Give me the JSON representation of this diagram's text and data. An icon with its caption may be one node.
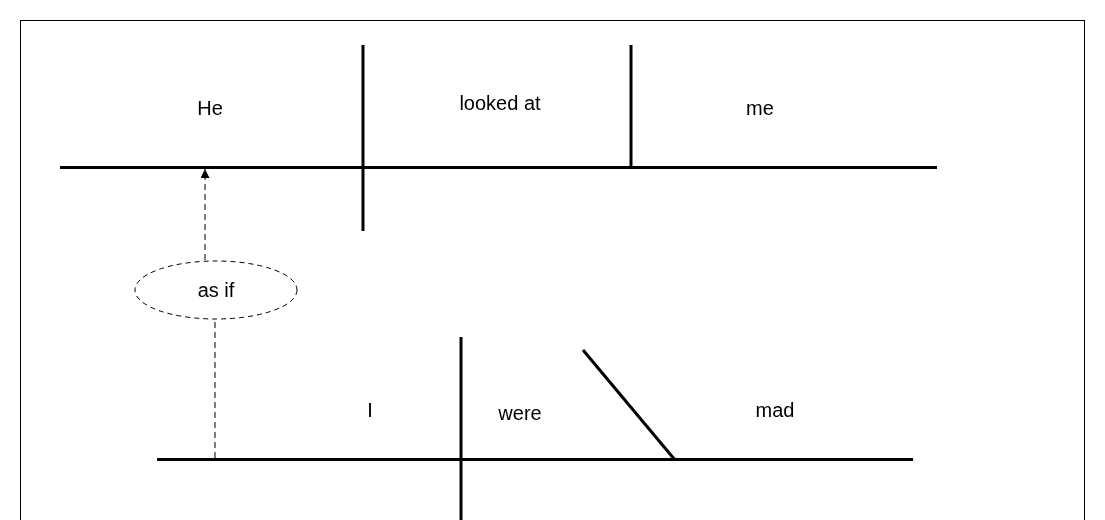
{
  "diagram": {
    "nodes": [
      {
        "text": [
          "He"
        ]
      },
      {
        "text": [
          "looked at"
        ]
      },
      {
        "text": [
          "me"
        ]
      },
      {
        "text": [],
        "shape": "bar"
      },
      {
        "text": [
          "as if"
        ]
      },
      {
        "text": [
          "I"
        ]
      },
      {
        "text": [
          "were"
        ]
      },
      {
        "text": [
          "mad"
        ]
      },
      {
        "text": [],
        "shape": "bar"
      }
    ],
    "edges": [
      {
        "from": 8,
        "to": 4,
        "arrow": "none",
        "style": "dashed"
      },
      {
        "from": 4,
        "to": 3,
        "arrow": "to",
        "style": "dashed"
      }
    ]
  }
}
